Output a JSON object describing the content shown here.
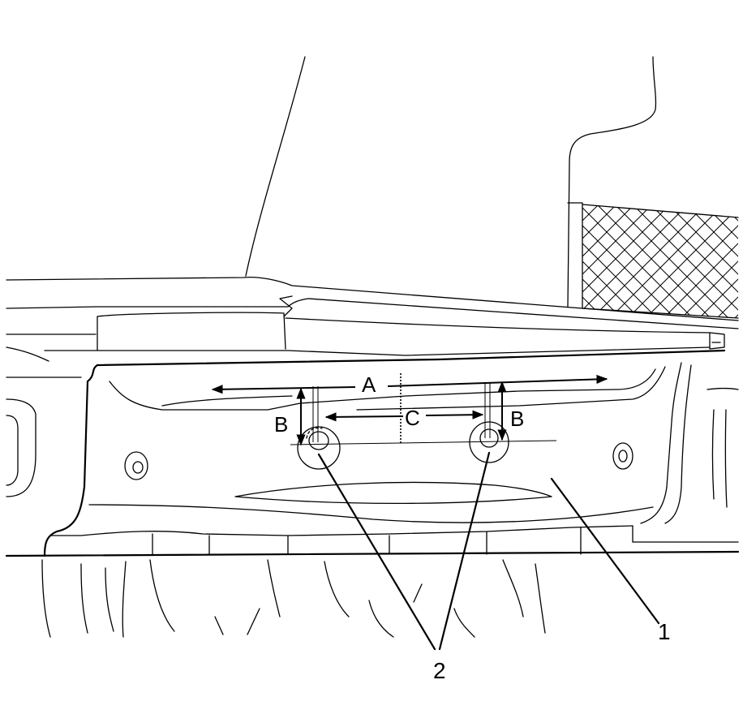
{
  "diagram": {
    "callouts": {
      "part_1": "1",
      "part_2": "2"
    },
    "dimensions": {
      "a": "A",
      "b_left": "B",
      "b_right": "B",
      "c": "C"
    }
  }
}
